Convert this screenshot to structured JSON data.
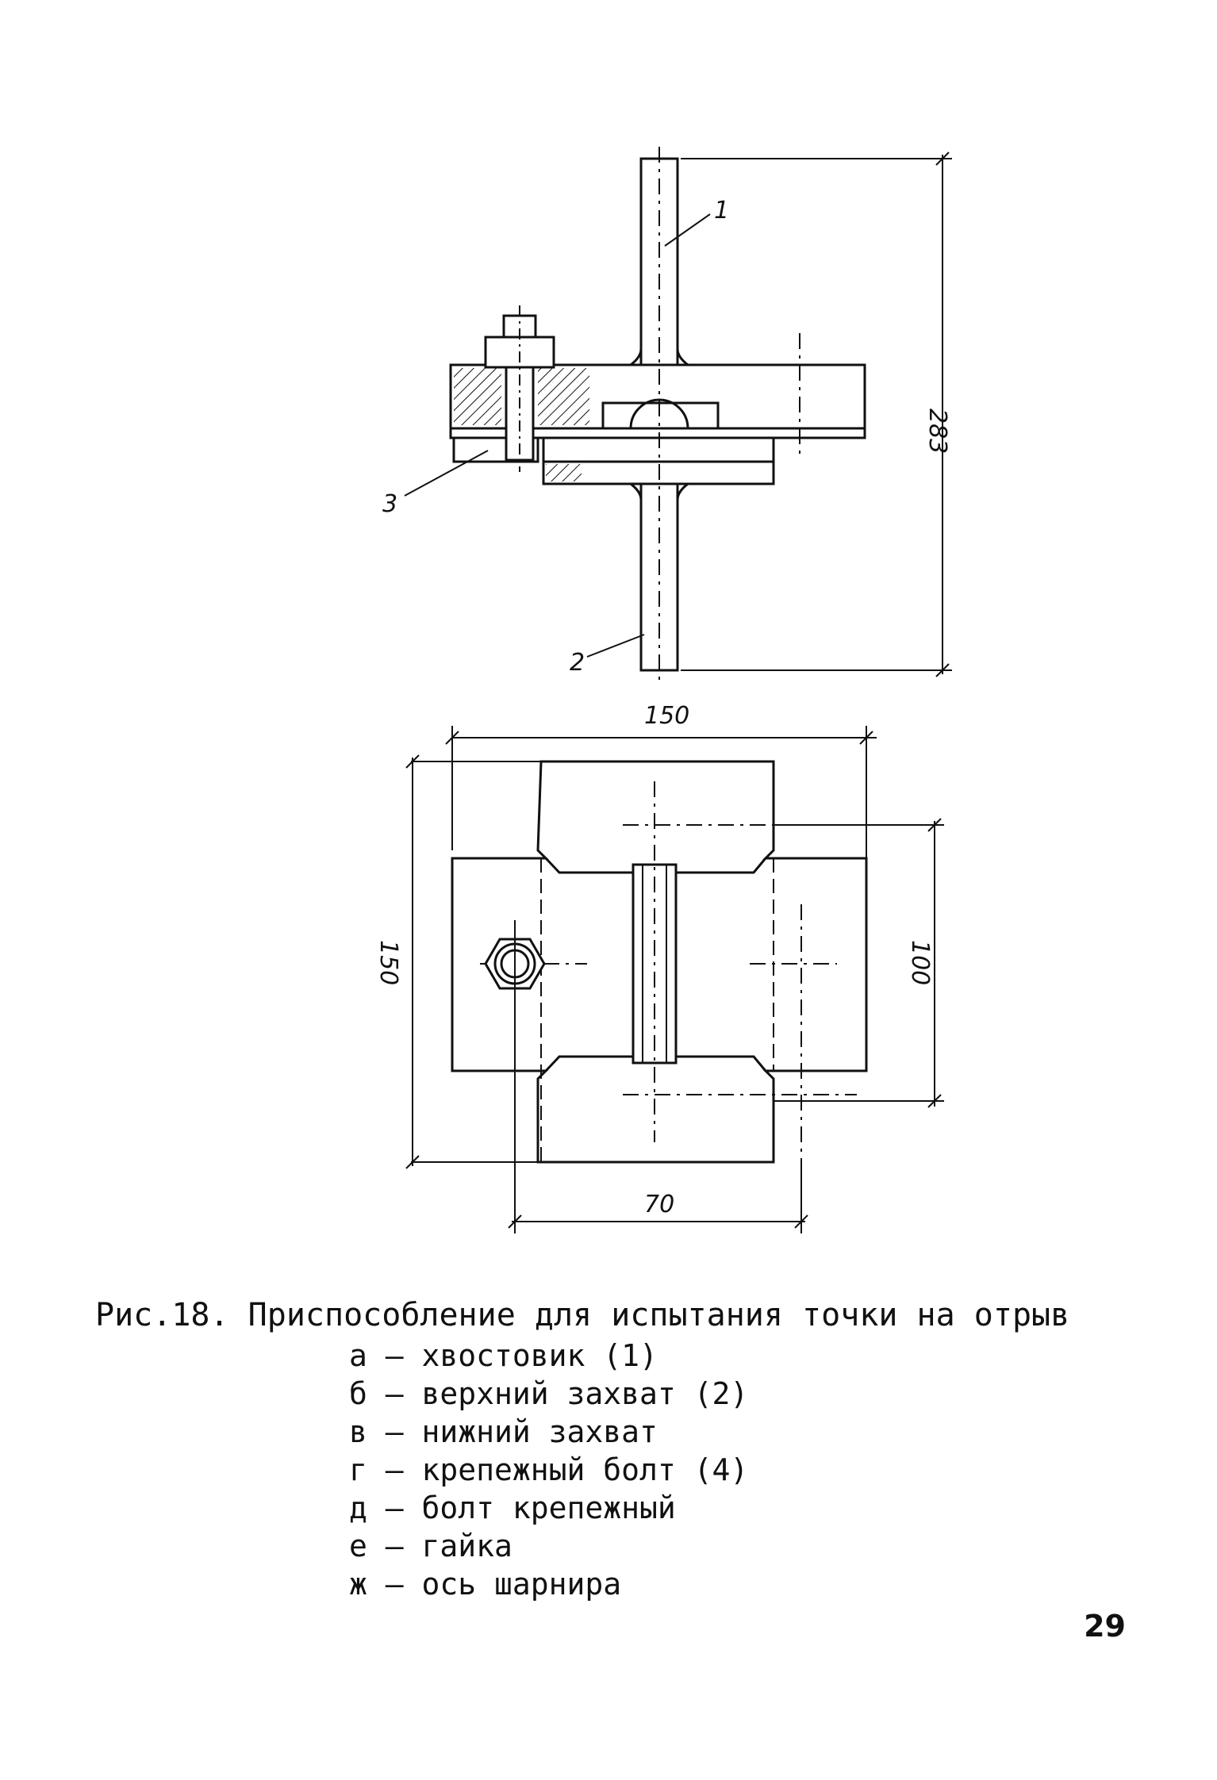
{
  "drawing": {
    "part_labels": [
      "1",
      "2",
      "3"
    ],
    "dimensions": {
      "height": "283",
      "width_top": "150",
      "height_left": "150",
      "height_right": "100",
      "bolt_offset": "70"
    }
  },
  "caption": {
    "title": "Рис.18. Приспособление для испытания точки на отрыв",
    "legend": [
      "а – хвостовик (1)",
      "б – верхний захват (2)",
      "в – нижний захват",
      "г – крепежный болт (4)",
      "д – болт крепежный",
      "е – гайка",
      "ж – ось шарнира"
    ]
  },
  "page_number": "29"
}
